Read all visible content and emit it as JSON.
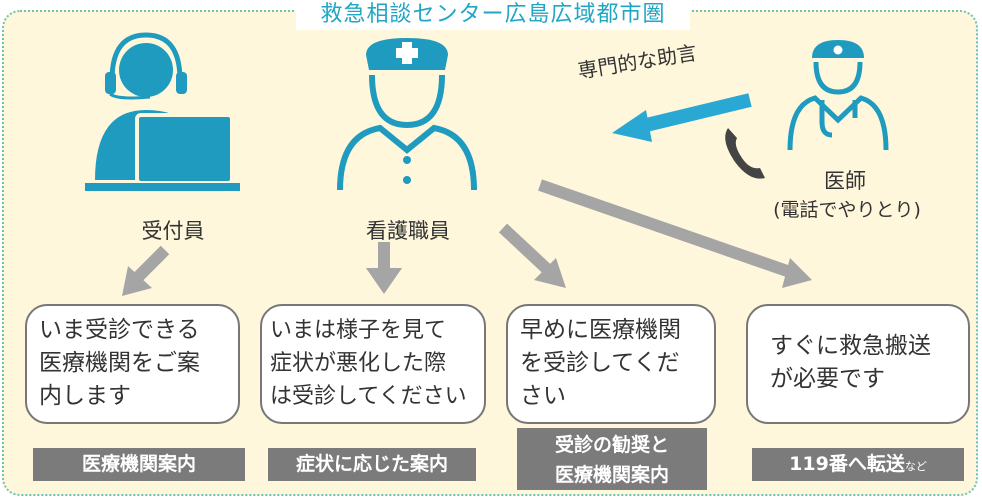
{
  "header": {
    "title": "救急相談センター広島広域都市圏"
  },
  "roles": {
    "receptionist": "受付員",
    "nurse": "看護職員",
    "doctor": "医師",
    "doctor_note": "(電話でやりとり)"
  },
  "advice_label": "専門的な助言",
  "outcomes": [
    {
      "text": "いま受診できる\n医療機関をご案\n内します",
      "tag": "医療機関案内"
    },
    {
      "text": "いまは様子を見て\n症状が悪化した際\nは受診してください",
      "tag": "症状に応じた案内"
    },
    {
      "text": "早めに医療機関\nを受診してくだ\nさい",
      "tag_line1": "受診の勧奨と",
      "tag_line2": "医療機関案内"
    },
    {
      "text": "すぐに救急搬送\nが必要です",
      "tag": "119番へ転送",
      "tag_suffix": "など"
    }
  ],
  "colors": {
    "accent": "#21a6c3",
    "icon": "#1f9bbf",
    "arrow": "#a5a5a5",
    "panel": "#fff7dc"
  }
}
